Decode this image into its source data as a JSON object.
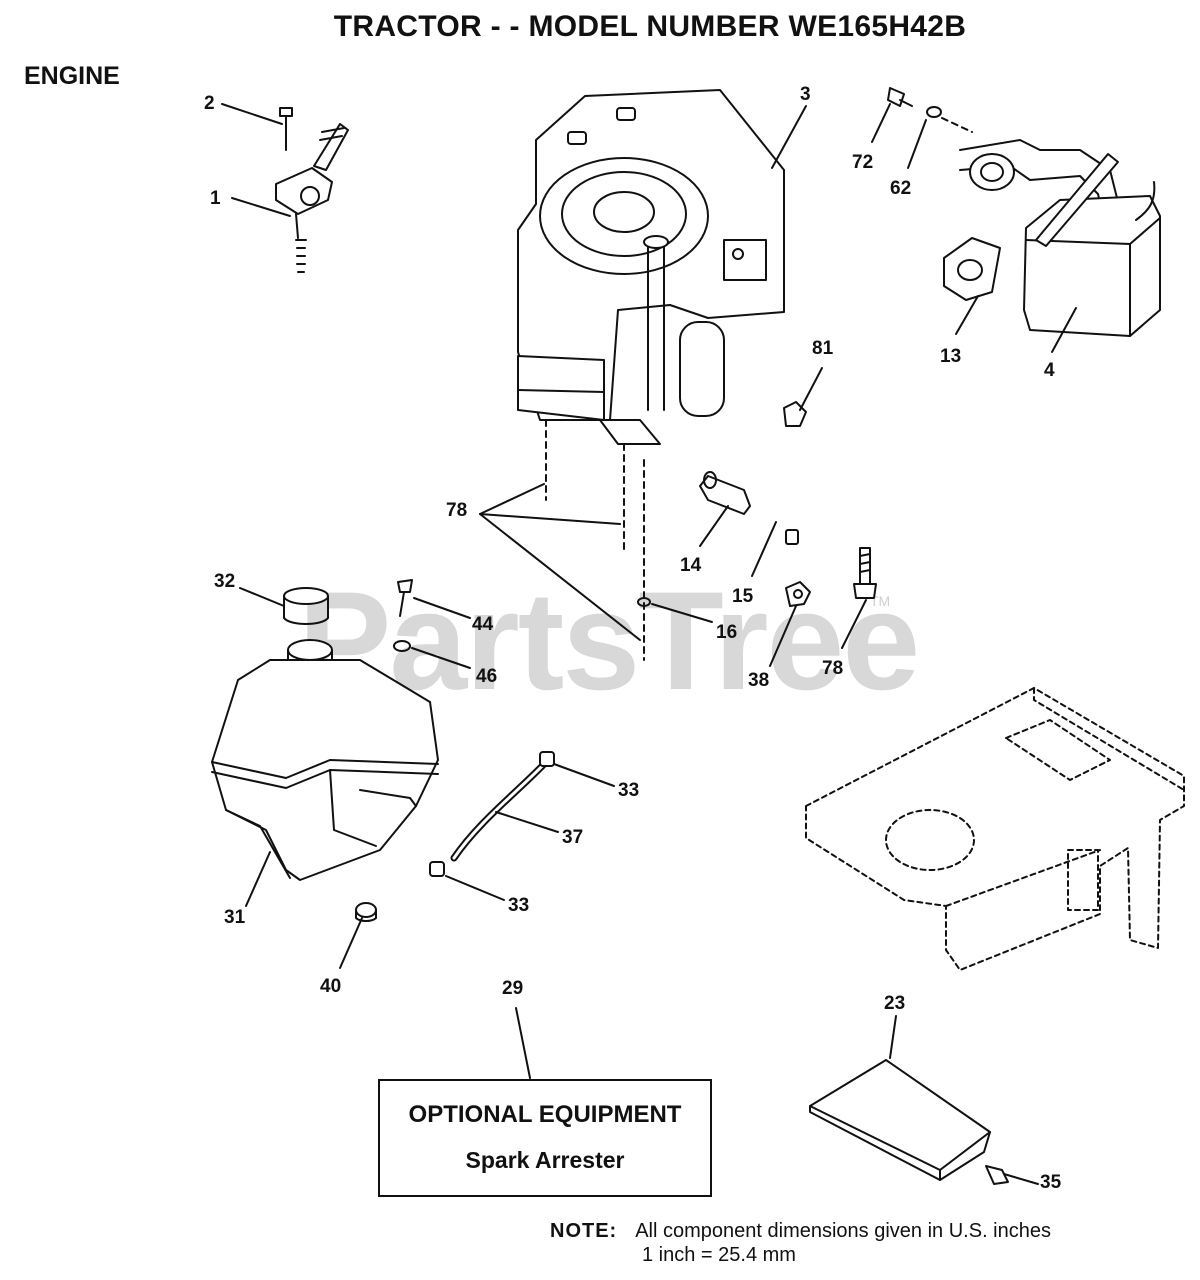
{
  "header": {
    "title": "TRACTOR - - MODEL NUMBER WE165H42B",
    "section": "ENGINE"
  },
  "watermark": {
    "text": "PartsTree",
    "mark": "TM"
  },
  "callouts": [
    "1",
    "2",
    "3",
    "4",
    "13",
    "14",
    "15",
    "16",
    "23",
    "29",
    "31",
    "32",
    "33",
    "33",
    "35",
    "37",
    "38",
    "40",
    "44",
    "46",
    "62",
    "72",
    "78",
    "78",
    "81"
  ],
  "optional_equipment": {
    "title": "OPTIONAL EQUIPMENT",
    "item": "Spark Arrester"
  },
  "note": {
    "label": "NOTE:",
    "line1": "All component dimensions given in U.S. inches",
    "line2": "1 inch = 25.4 mm"
  },
  "colors": {
    "ink": "#111111",
    "watermark": "#d8d8d8",
    "paper": "#ffffff"
  },
  "icons": [
    "throttle-control-icon",
    "engine-icon",
    "muffler-icon",
    "fuel-tank-icon",
    "fuel-cap-icon",
    "frame-icon",
    "heat-shield-icon"
  ]
}
